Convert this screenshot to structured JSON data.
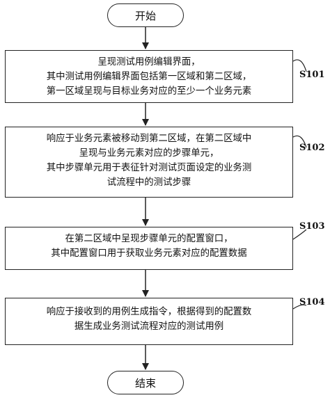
{
  "flow": {
    "start": "开始",
    "end": "结束",
    "steps": [
      {
        "id": "S101",
        "lines": [
          "呈现测试用例编辑界面，",
          "其中测试用例编辑界面包括第一区域和第二区域，",
          "第一区域呈现与目标业务对应的至少一个业务元素"
        ]
      },
      {
        "id": "S102",
        "lines": [
          "响应于业务元素被移动到第二区域，在第二区域中",
          "呈现与业务元素对应的步骤单元，",
          "其中步骤单元用于表征针对测试页面设定的业务测",
          "试流程中的测试步骤"
        ]
      },
      {
        "id": "S103",
        "lines": [
          "在第二区域中呈现步骤单元的配置窗口，",
          "其中配置窗口用于获取业务元素对应的配置数据"
        ]
      },
      {
        "id": "S104",
        "lines": [
          "响应于接收到的用例生成指令，根据得到的配置数",
          "据生成业务测试流程对应的测试用例"
        ]
      }
    ]
  }
}
